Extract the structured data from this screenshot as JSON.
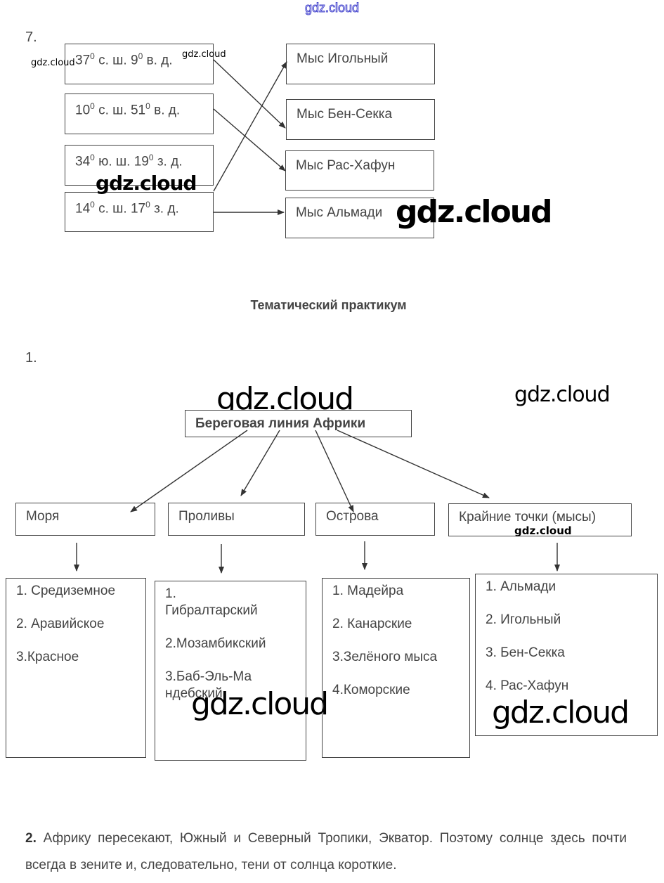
{
  "watermark": "gdz.cloud",
  "task7": {
    "number": "7.",
    "coordinates": [
      {
        "lat": "37",
        "lat_hem": "с. ш.",
        "lon": "9",
        "lon_hem": "в. д."
      },
      {
        "lat": "10",
        "lat_hem": "с. ш.",
        "lon": "51",
        "lon_hem": "в. д."
      },
      {
        "lat": "34",
        "lat_hem": "ю. ш.",
        "lon": "19",
        "lon_hem": "з. д."
      },
      {
        "lat": "14",
        "lat_hem": "с. ш.",
        "lon": "17",
        "lon_hem": "з. д."
      }
    ],
    "degree_sign": "0",
    "capes": [
      "Мыс Игольный",
      "Мыс Бен-Секка",
      "Мыс Рас-Хафун",
      "Мыс Альмади"
    ],
    "matches": [
      {
        "from": 0,
        "to": 1
      },
      {
        "from": 1,
        "to": 2
      },
      {
        "from": 3,
        "to": 0
      },
      {
        "from": 3,
        "to": 3
      }
    ]
  },
  "section": {
    "title": "Тематический практикум"
  },
  "task1": {
    "number": "1.",
    "root": "Береговая линия Африки",
    "categories": [
      {
        "label": "Моря",
        "items": [
          "1. Средиземное",
          "2. Аравийское",
          "3.Красное"
        ]
      },
      {
        "label": "Проливы",
        "items": [
          "1. Гибралтарский",
          "2.Мозамбикский",
          "3.Баб-Эль-Мандебский"
        ]
      },
      {
        "label": "Острова",
        "items": [
          "1. Мадейра",
          "2. Канарские",
          "3.Зелёного мыса",
          "4.Коморские"
        ]
      },
      {
        "label": "Крайние точки (мысы)",
        "items": [
          "1. Альмади",
          "2. Игольный",
          "3. Бен-Секка",
          "4. Рас-Хафун"
        ]
      }
    ]
  },
  "task2": {
    "number": "2.",
    "text": "Африку пересекают, Южный и Северный Тропики, Экватор. Поэтому солнце здесь почти всегда в зените и, следовательно, тени от солнца короткие."
  }
}
